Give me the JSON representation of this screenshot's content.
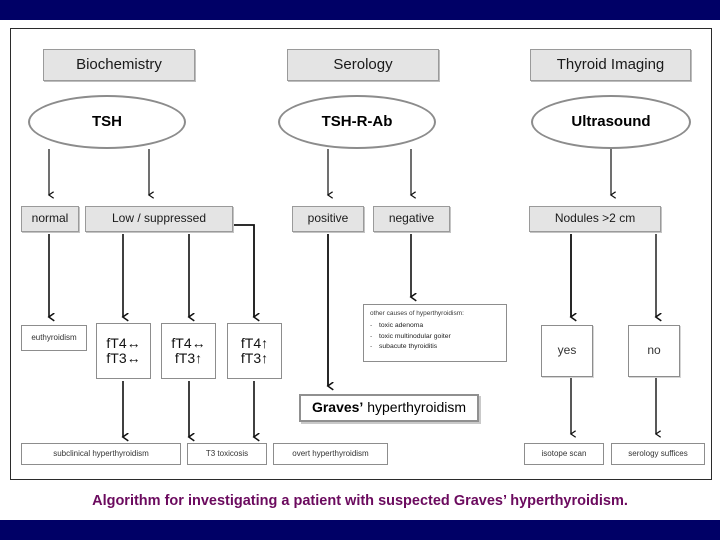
{
  "slide": {
    "band_color": "#000066",
    "caption": "Algorithm for investigating a patient with suspected Graves’ hyperthyroidism.",
    "caption_color": "#6b0a5e"
  },
  "diagram": {
    "columns": [
      {
        "header": "Biochemistry",
        "test": "TSH"
      },
      {
        "header": "Serology",
        "test": "TSH-R-Ab"
      },
      {
        "header": "Thyroid Imaging",
        "test": "Ultrasound"
      }
    ],
    "results": {
      "normal": "normal",
      "low_suppressed": "Low / suppressed",
      "positive": "positive",
      "negative": "negative",
      "nodules": "Nodules >2 cm"
    },
    "outcomes": {
      "euthyroidism": "euthyroidism",
      "ft4_norm_ft3_norm_line1": "fT4↔",
      "ft4_norm_ft3_norm_line2": "fT3↔",
      "ft4_norm_ft3_up_line1": "fT4↔",
      "ft4_norm_ft3_up_line2": "fT3↑",
      "ft4_up_ft3_up_line1": "fT4↑",
      "ft4_up_ft3_up_line2": "fT3↑"
    },
    "other_causes": {
      "title": "other causes of hyperthyroidism:",
      "items": [
        "toxic adenoma",
        "toxic multinodular goiter",
        "subacute thyroiditis"
      ]
    },
    "graves": {
      "bold": "Graves’",
      "rest": "hyperthyroidism"
    },
    "imaging_branch": {
      "yes": "yes",
      "no": "no"
    },
    "diagnoses": {
      "subclinical": "subclinical hyperthyroidism",
      "t3_toxicosis": "T3 toxicosis",
      "overt": "overt hyperthyroidism"
    },
    "imaging_actions": {
      "isotope_scan": "isotope scan",
      "serology_suffices": "serology suffices"
    }
  }
}
